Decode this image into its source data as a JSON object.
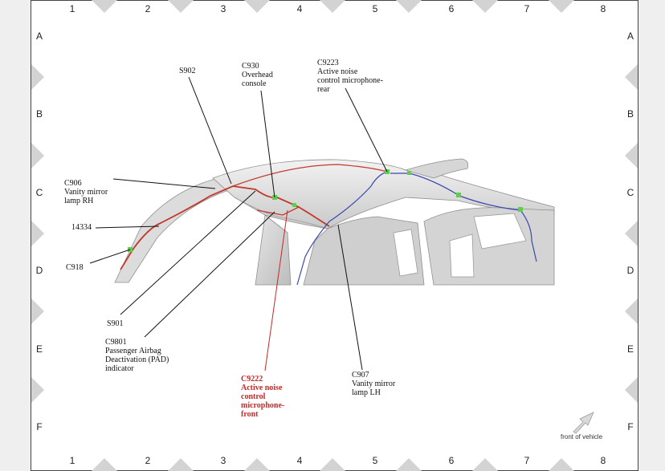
{
  "grid": {
    "columns": [
      "1",
      "2",
      "3",
      "4",
      "5",
      "6",
      "7",
      "8"
    ],
    "rows": [
      "A",
      "B",
      "C",
      "D",
      "E",
      "F"
    ]
  },
  "labels": {
    "s902": "S902",
    "c930": "C930\nOverhead\nconsole",
    "c9223": "C9223\nActive noise\ncontrol microphone-\nrear",
    "c906": "C906\nVanity mirror\nlamp RH",
    "p14334": "14334",
    "c918": "C918",
    "s901": "S901",
    "c9801": "C9801\nPassenger Airbag\nDeactivation (PAD)\nindicator",
    "c9222": "C9222\nActive noise\ncontrol\nmicrophone-\nfront",
    "c907": "C907\nVanity mirror\nlamp LH"
  },
  "front_of_vehicle": "front of vehicle",
  "icons": {
    "direction": "arrow-icon"
  },
  "colors": {
    "harness_red": "#c0392b",
    "harness_blue": "#3949ab",
    "highlight_red": "#c62828",
    "connector_green": "#5ecf4a"
  }
}
